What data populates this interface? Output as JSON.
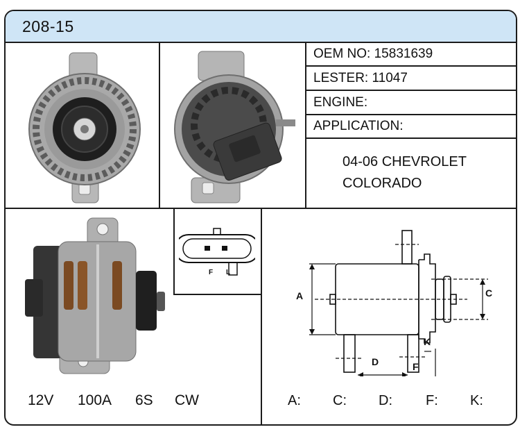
{
  "part_number": "208-15",
  "specs": {
    "oem_no": "OEM NO: 15831639",
    "lester": "LESTER: 11047",
    "engine": "ENGINE:",
    "application": "APPLICATION:"
  },
  "application_lines": [
    "04-06 CHEVROLET",
    "COLORADO"
  ],
  "ratings": {
    "voltage": "12V",
    "amperage": "100A",
    "pulley": "6S",
    "rotation": "CW"
  },
  "connector": {
    "pin_labels": [
      "F",
      "L"
    ]
  },
  "drawing_labels": {
    "a": "A",
    "c": "C",
    "d": "D",
    "f": "F",
    "k": "K"
  },
  "dimensions": [
    "A:",
    "C:",
    "D:",
    "F:",
    "K:"
  ],
  "colors": {
    "header_bg": "#cfe5f6",
    "border": "#1b1b1b"
  },
  "icons": [
    "alternator-front-photo",
    "alternator-rear-photo",
    "alternator-side-photo",
    "connector-plug-icon",
    "dimension-drawing"
  ]
}
